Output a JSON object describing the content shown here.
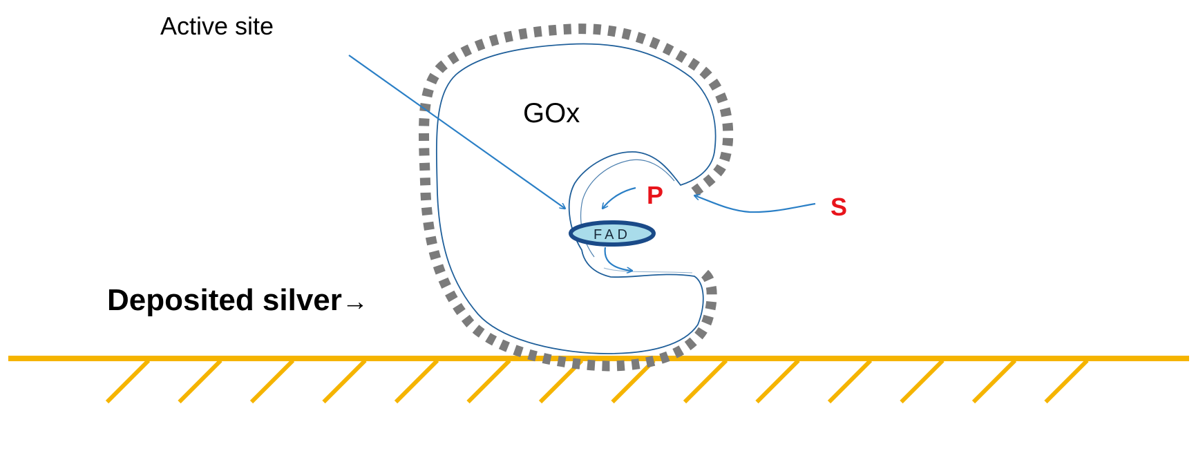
{
  "labels": {
    "active_site": "Active site",
    "enzyme": "GOx",
    "product": "P",
    "substrate": "S",
    "cofactor": "FAD",
    "deposited_silver": "Deposited silver"
  },
  "arrow_glyph": "→",
  "colors": {
    "outline": "#1f5f9a",
    "arrow": "#2a7fc6",
    "silver_dash": "#7b7b7b",
    "label_red": "#e8141b",
    "fad_fill": "#a9dcea",
    "fad_stroke": "#1a4a88",
    "substrate_base": "#f5b400",
    "text": "#000000"
  }
}
